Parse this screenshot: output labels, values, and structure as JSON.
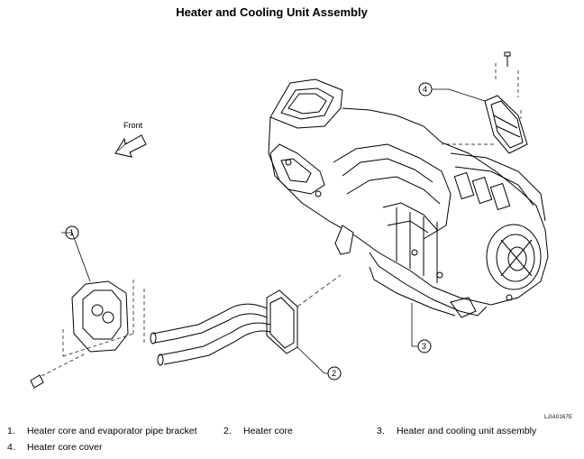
{
  "title": "Heater and Cooling Unit Assembly",
  "front_label": "Front",
  "figure_code": "LJIA0167E",
  "callouts": [
    "1",
    "2",
    "3",
    "4"
  ],
  "legend": [
    {
      "num": "1.",
      "text": "Heater core and evaporator pipe bracket"
    },
    {
      "num": "2.",
      "text": "Heater core"
    },
    {
      "num": "3.",
      "text": "Heater and cooling unit assembly"
    },
    {
      "num": "4.",
      "text": "Heater core cover"
    }
  ]
}
